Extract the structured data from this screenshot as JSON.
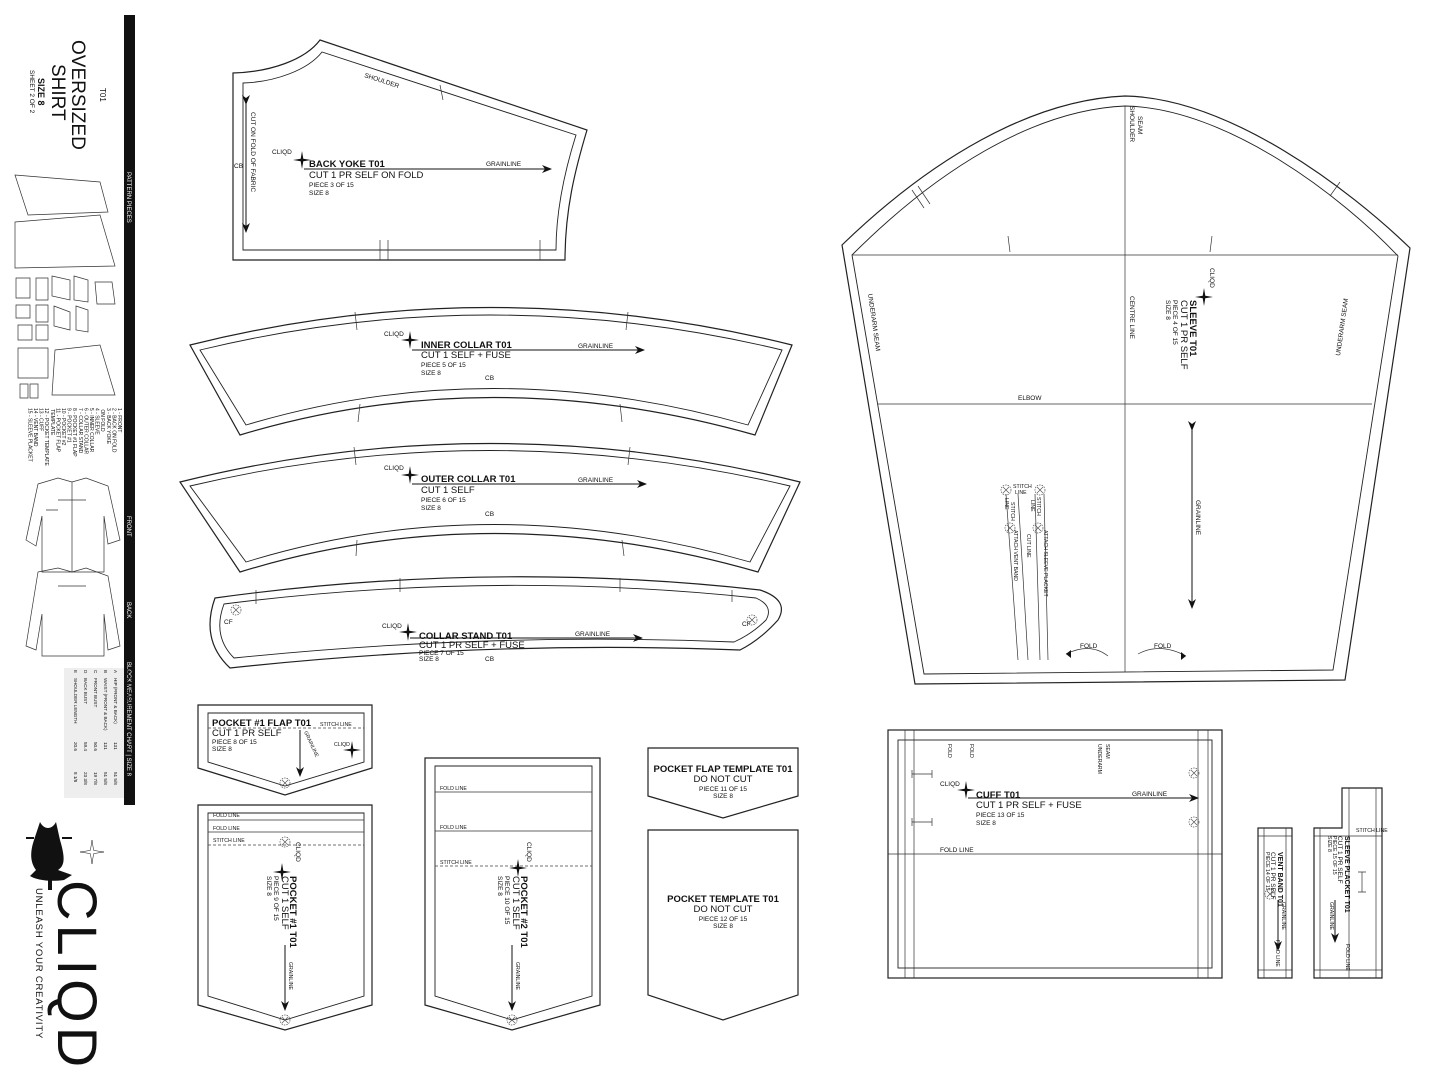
{
  "sheet": {
    "code": "T01",
    "title_line1": "OVERSIZED",
    "title_line2": "SHIRT",
    "size": "SIZE  8",
    "sheet": "SHEET 2 OF 2",
    "bar_labels": {
      "pattern_pieces": "PATTERN PIECES",
      "front": "FRONT",
      "back": "BACK",
      "block": "BLOCK MEASUREMENT CHART | SIZE 8"
    }
  },
  "piece_index": [
    "1 - FRONT",
    "2 - BACK ON FOLD",
    "3 - BACK YOKE",
    "   ON FOLD",
    "4 - SLEEVE",
    "5 - INNER COLLAR",
    "6 - OUTER COLLAR",
    "7 - COLLAR STAND",
    "8 - POCKET #1 FLAP",
    "9 - POCKET #1",
    "10 - POCKET #2",
    "11 - POCKET FLAP",
    "    TEMPLATE",
    "12 - POCKET TEMPLATE",
    "13 - CUFF",
    "14 - VENT BAND",
    "15 - SLEEVE PLACKET"
  ],
  "measurements": {
    "headers": [
      "MEASUREMENT",
      "CM",
      "INCHES"
    ],
    "rows": [
      {
        "key": "A",
        "name": "HIP (FRONT & BACK)",
        "cm": "131",
        "in": "51 5/8"
      },
      {
        "key": "B",
        "name": "WAIST (FRONT & BACK)",
        "cm": "131",
        "in": "51 5/8"
      },
      {
        "key": "C",
        "name": "FRONT BUST",
        "cm": "50.6",
        "in": "19 7/8"
      },
      {
        "key": "D",
        "name": "BACK BUST",
        "cm": "59.4",
        "in": "23 3/8"
      },
      {
        "key": "E",
        "name": "SHOULDER LENGTH",
        "cm": "20.6",
        "in": "8 1/8"
      }
    ]
  },
  "brand": {
    "name": "CLIQD",
    "tagline": "UNLEASH YOUR CREATIVITY"
  },
  "pieces": {
    "back_yoke": {
      "title": "BACK YOKE  T01",
      "cut": "CUT 1 PR SELF ON FOLD",
      "piece": "PIECE 3 OF 15",
      "size": "SIZE 8",
      "brand": "CLIQD",
      "grain": "GRAINLINE",
      "shoulder": "SHOULDER",
      "fold": "CUT ON FOLD OF FABRIC",
      "cb": "CB"
    },
    "inner_collar": {
      "title": "INNER COLLAR  T01",
      "cut": "CUT 1 SELF + FUSE",
      "piece": "PIECE 5 OF 15",
      "size": "SIZE 8",
      "brand": "CLIQD",
      "grain": "GRAINLINE",
      "cb": "CB"
    },
    "outer_collar": {
      "title": "OUTER COLLAR  T01",
      "cut": "CUT 1 SELF",
      "piece": "PIECE 6 OF 15",
      "size": "SIZE 8",
      "brand": "CLIQD",
      "grain": "GRAINLINE",
      "cb": "CB"
    },
    "collar_stand": {
      "title": "COLLAR STAND  T01",
      "cut": "CUT 1 PR SELF + FUSE",
      "piece": "PIECE 7 OF 15",
      "size": "SIZE 8",
      "brand": "CLIQD",
      "grain": "GRAINLINE",
      "cb": "CB",
      "cf": "CF"
    },
    "sleeve": {
      "title": "SLEEVE  T01",
      "cut": "CUT 1 PR SELF",
      "piece": "PIECE 4 OF 15",
      "size": "SIZE 8",
      "brand": "CLIQD",
      "grain": "GRAINLINE",
      "shoulder_seam_1": "SHOULDER",
      "shoulder_seam_2": "SEAM",
      "underarm": "UNDERARM SEAM",
      "centre": "CENTRE LINE",
      "elbow": "ELBOW",
      "fold": "FOLD",
      "stitch": "STITCH",
      "line": "LINE",
      "cut_line": "CUT LINE",
      "attach_vent": "ATTACH VENT BAND",
      "attach_placket": "ATTACH SLEEVE PLACKET"
    },
    "pocket1_flap": {
      "title": "POCKET #1 FLAP  T01",
      "cut": "CUT 1 PR SELF",
      "piece": "PIECE 8 OF 15",
      "size": "SIZE 8",
      "brand": "CLIQD",
      "grain": "GRAINLINE",
      "stitch": "STITCH LINE"
    },
    "pocket1": {
      "title": "POCKET #1  T01",
      "cut": "CUT 1 SELF",
      "piece": "PIECE 9 OF 15",
      "size": "SIZE 8",
      "brand": "CLIQD",
      "grain": "GRAINLINE",
      "fold": "FOLD LINE",
      "stitch": "STITCH LINE"
    },
    "pocket2": {
      "title": "POCKET #2  T01",
      "cut": "CUT 1 SELF",
      "piece": "PIECE 10 OF 15",
      "size": "SIZE 8",
      "brand": "CLIQD",
      "grain": "GRAINLINE",
      "fold": "FOLD LINE",
      "stitch": "STITCH LINE"
    },
    "pocket_flap_template": {
      "title": "POCKET FLAP TEMPLATE  T01",
      "cut": "DO NOT CUT",
      "piece": "PIECE 11 OF 15",
      "size": "SIZE 8"
    },
    "pocket_template": {
      "title": "POCKET TEMPLATE  T01",
      "cut": "DO NOT CUT",
      "piece": "PIECE 12 OF 15",
      "size": "SIZE 8"
    },
    "cuff": {
      "title": "CUFF  T01",
      "cut": "CUT 1 PR SELF + FUSE",
      "piece": "PIECE 13 OF 15",
      "size": "SIZE 8",
      "brand": "CLIQD",
      "grain": "GRAINLINE",
      "fold": "FOLD",
      "fold_line": "FOLD LINE",
      "underarm_1": "UNDERARM",
      "underarm_2": "SEAM"
    },
    "vent_band": {
      "title": "VENT BAND  T01",
      "cut": "CUT 1 PR SELF",
      "piece": "PIECE 14 OF 15",
      "grain": "GRAINLINE",
      "fold": "FOLD LINE"
    },
    "sleeve_placket": {
      "title": "SLEEVE PLACKET  T01",
      "cut": "CUT 1 PR SELF",
      "piece": "PIECE 15 OF 15",
      "size": "SIZE 8",
      "grain": "GRAINLINE",
      "fold": "FOLD LINE",
      "stitch": "STITCH LINE"
    }
  }
}
